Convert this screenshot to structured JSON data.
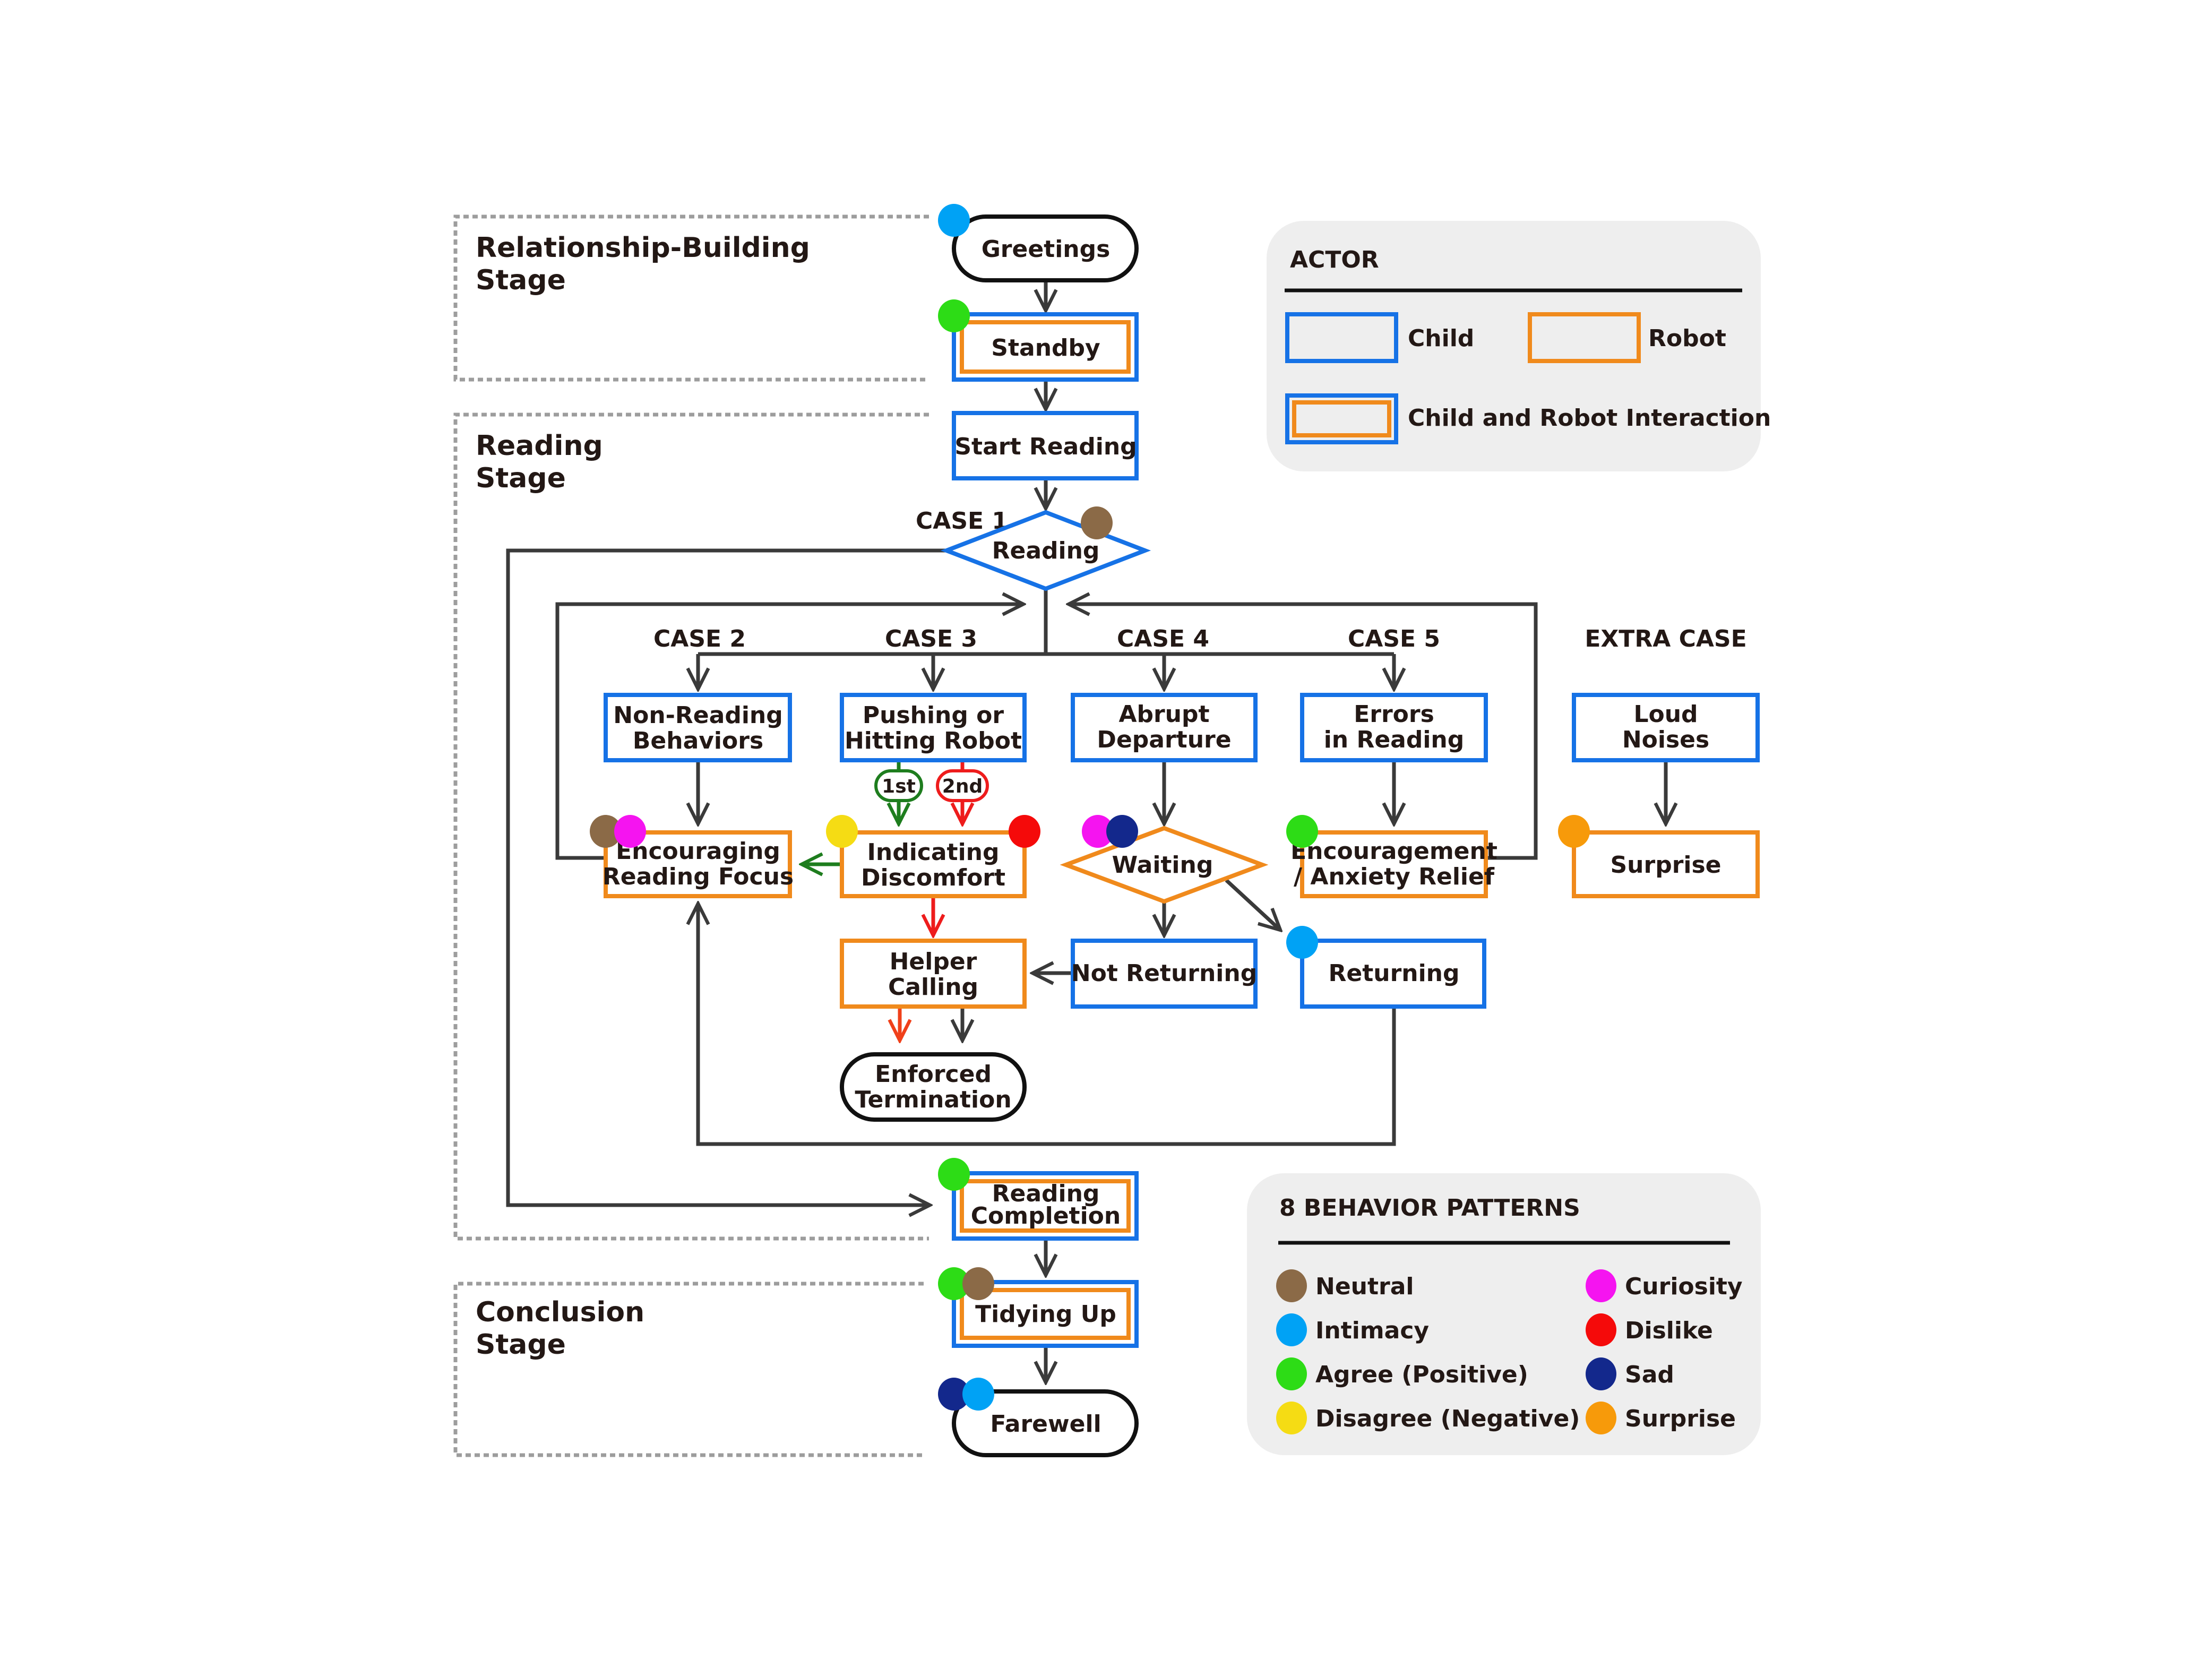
{
  "stages": {
    "relationship": [
      "Relationship-Building",
      "Stage"
    ],
    "reading": [
      "Reading",
      "Stage"
    ],
    "conclusion": [
      "Conclusion",
      "Stage"
    ]
  },
  "cases": {
    "case1": "CASE 1",
    "case2": "CASE 2",
    "case3": "CASE 3",
    "case4": "CASE 4",
    "case5": "CASE 5",
    "extra": "EXTRA CASE"
  },
  "nodes": {
    "greetings": {
      "lines": [
        "Greetings"
      ],
      "actor": "terminal",
      "behaviors": [
        "intimacy"
      ]
    },
    "standby": {
      "lines": [
        "Standby"
      ],
      "actor": "interaction",
      "behaviors": [
        "agree"
      ]
    },
    "start_reading": {
      "lines": [
        "Start Reading"
      ],
      "actor": "child",
      "behaviors": []
    },
    "reading": {
      "lines": [
        "Reading"
      ],
      "actor": "child-decision",
      "behaviors": [
        "neutral"
      ]
    },
    "non_reading": {
      "lines": [
        "Non-Reading",
        "Behaviors"
      ],
      "actor": "child",
      "behaviors": []
    },
    "pushing": {
      "lines": [
        "Pushing or",
        "Hitting Robot"
      ],
      "actor": "child",
      "behaviors": []
    },
    "abrupt": {
      "lines": [
        "Abrupt",
        "Departure"
      ],
      "actor": "child",
      "behaviors": []
    },
    "errors": {
      "lines": [
        "Errors",
        "in Reading"
      ],
      "actor": "child",
      "behaviors": []
    },
    "loud": {
      "lines": [
        "Loud",
        "Noises"
      ],
      "actor": "child",
      "behaviors": []
    },
    "encouraging": {
      "lines": [
        "Encouraging",
        "Reading Focus"
      ],
      "actor": "robot",
      "behaviors": [
        "neutral",
        "curiosity"
      ]
    },
    "indicating": {
      "lines": [
        "Indicating",
        "Discomfort"
      ],
      "actor": "robot",
      "behaviors": [
        "disagree",
        "dislike"
      ]
    },
    "waiting": {
      "lines": [
        "Waiting"
      ],
      "actor": "robot-decision",
      "behaviors": [
        "curiosity",
        "sad"
      ]
    },
    "encouragement": {
      "lines": [
        "Encouragement",
        "/ Anxiety Relief"
      ],
      "actor": "robot",
      "behaviors": [
        "agree"
      ]
    },
    "surprise": {
      "lines": [
        "Surprise"
      ],
      "actor": "robot",
      "behaviors": [
        "surprise"
      ]
    },
    "helper": {
      "lines": [
        "Helper",
        "Calling"
      ],
      "actor": "robot",
      "behaviors": []
    },
    "not_returning": {
      "lines": [
        "Not Returning"
      ],
      "actor": "child",
      "behaviors": []
    },
    "returning": {
      "lines": [
        "Returning"
      ],
      "actor": "child",
      "behaviors": [
        "intimacy"
      ]
    },
    "enforced": {
      "lines": [
        "Enforced",
        "Termination"
      ],
      "actor": "terminal",
      "behaviors": []
    },
    "completion": {
      "lines": [
        "Reading",
        "Completion"
      ],
      "actor": "interaction",
      "behaviors": [
        "agree"
      ]
    },
    "tidying": {
      "lines": [
        "Tidying Up"
      ],
      "actor": "interaction",
      "behaviors": [
        "agree",
        "neutral"
      ]
    },
    "farewell": {
      "lines": [
        "Farewell"
      ],
      "actor": "terminal",
      "behaviors": [
        "sad",
        "intimacy"
      ]
    }
  },
  "badges": {
    "first": "1st",
    "second": "2nd"
  },
  "actor_legend": {
    "title": "ACTOR",
    "child": "Child",
    "robot": "Robot",
    "interaction": "Child and Robot Interaction",
    "colors": {
      "child": "#1672e6",
      "robot": "#f08a1c"
    }
  },
  "behavior_legend": {
    "title": "8 BEHAVIOR PATTERNS",
    "items": [
      {
        "key": "neutral",
        "label": "Neutral",
        "color": "#8b6a47"
      },
      {
        "key": "intimacy",
        "label": "Intimacy",
        "color": "#00a2f5"
      },
      {
        "key": "agree",
        "label": "Agree (Positive)",
        "color": "#2ddc16"
      },
      {
        "key": "disagree",
        "label": "Disagree (Negative)",
        "color": "#f5dc14"
      },
      {
        "key": "curiosity",
        "label": "Curiosity",
        "color": "#f514f0"
      },
      {
        "key": "dislike",
        "label": "Dislike",
        "color": "#f50a0a"
      },
      {
        "key": "sad",
        "label": "Sad",
        "color": "#13288c"
      },
      {
        "key": "surprise",
        "label": "Surprise",
        "color": "#f79a0a"
      }
    ]
  }
}
